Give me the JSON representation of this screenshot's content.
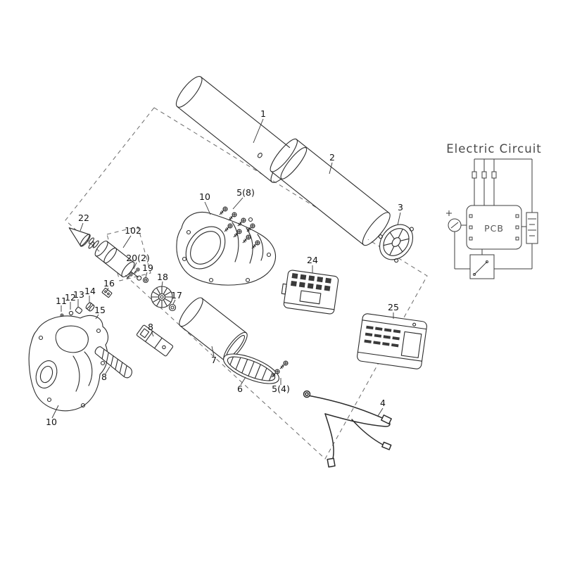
{
  "page": {
    "background": "#ffffff",
    "line_color": "#2b2b2b"
  },
  "circuit": {
    "title": "Electric Circuit",
    "pcb": "PCB"
  },
  "parts": {
    "p1": "1",
    "p2": "2",
    "p3": "3",
    "p4": "4",
    "p5_4": "5(4)",
    "p5_8": "5(8)",
    "p6": "6",
    "p7": "7",
    "p8_upper": "8",
    "p8_lower": "8",
    "p10_top": "10",
    "p10_bottom": "10",
    "p11": "11",
    "p12": "12",
    "p13": "13",
    "p14": "14",
    "p15": "15",
    "p16": "16",
    "p17": "17",
    "p18": "18",
    "p19": "19",
    "p20": "20(2)",
    "p22": "22",
    "p24": "24",
    "p25": "25",
    "p102": "102"
  }
}
